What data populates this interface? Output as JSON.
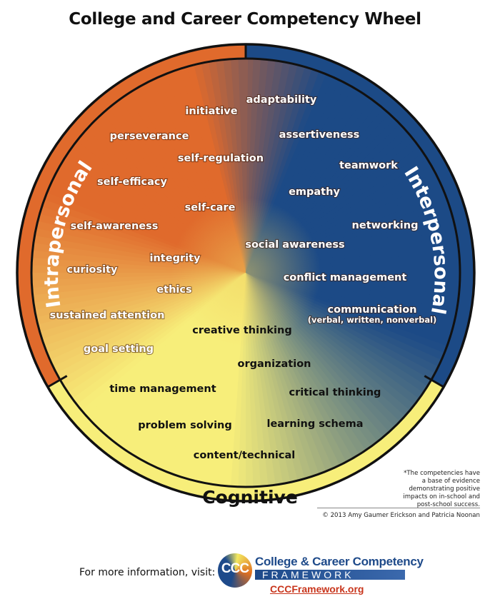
{
  "title": "College and Career Competency Wheel",
  "colors": {
    "intrapersonal": "#e06a2c",
    "interpersonal": "#1c4a86",
    "cognitive": "#f7ee7a",
    "outline": "#111111",
    "url": "#c8351c"
  },
  "domains": {
    "intrapersonal": "Intrapersonal",
    "interpersonal": "Interpersonal",
    "cognitive": "Cognitive"
  },
  "competencies": {
    "initiative": "initiative",
    "adaptability": "adaptability",
    "perseverance": "perseverance",
    "assertiveness": "assertiveness",
    "self_regulation": "self-regulation",
    "teamwork": "teamwork",
    "self_efficacy": "self-efficacy",
    "empathy": "empathy",
    "self_care": "self-care",
    "self_awareness": "self-awareness",
    "networking": "networking",
    "social_awareness": "social awareness",
    "integrity": "integrity",
    "curiosity": "curiosity",
    "conflict_management": "conflict management",
    "ethics": "ethics",
    "communication": "communication",
    "communication_detail": "(verbal, written, nonverbal)",
    "sustained_attention": "sustained attention",
    "creative_thinking": "creative thinking",
    "goal_setting": "goal setting",
    "organization": "organization",
    "time_management": "time management",
    "critical_thinking": "critical thinking",
    "problem_solving": "problem solving",
    "learning_schema": "learning schema",
    "content_technical": "content/technical"
  },
  "note": "*The competencies have a base of evidence demonstrating positive impacts on in-school and post-school success.",
  "copyright": "© 2013 Amy Gaumer Erickson and Patricia Noonan",
  "footer": {
    "more_info": "For more information, visit:",
    "logo_mark": "CCC",
    "logo_title": "College & Career Competency",
    "logo_subtitle": "FRAMEWORK",
    "url": "CCCFramework.org"
  }
}
